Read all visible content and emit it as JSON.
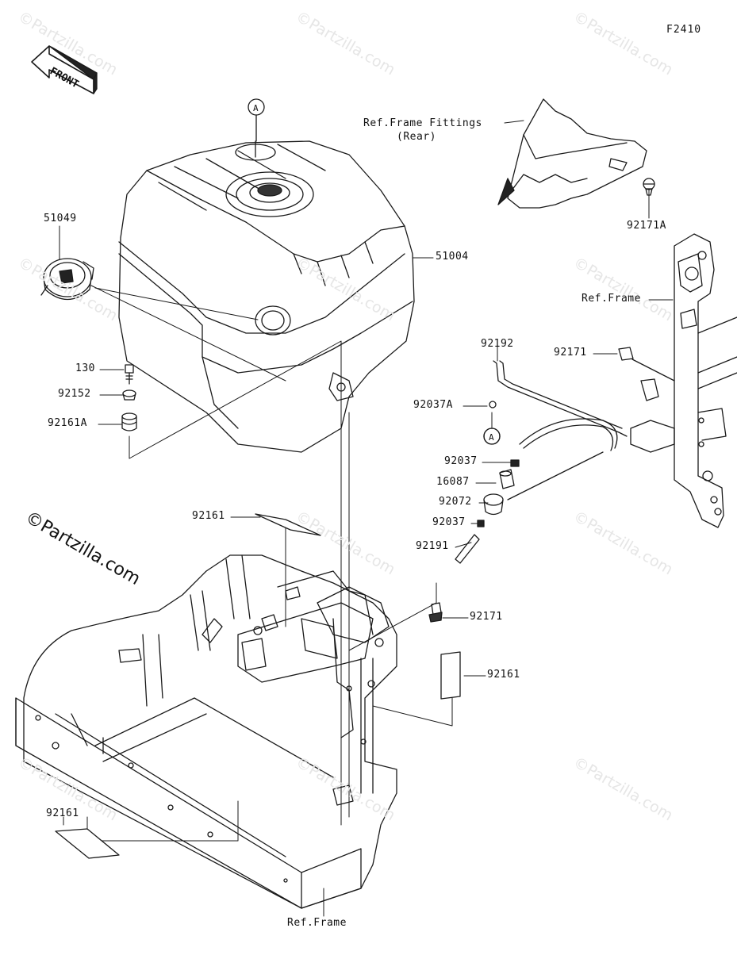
{
  "figure_code": "F2410",
  "front_arrow": "FRONT",
  "copyright": "©Partzilla.com",
  "watermark": "©Partzilla.com",
  "callout_a": "A",
  "labels": {
    "ref_frame_fittings": "Ref.Frame Fittings",
    "ref_frame_fittings_sub": "(Rear)",
    "p92171A": "92171A",
    "p51049": "51049",
    "p51004": "51004",
    "ref_frame_right": "Ref.Frame",
    "p92192": "92192",
    "p92171_top": "92171",
    "p130": "130",
    "p92152": "92152",
    "p92161A": "92161A",
    "p92037A": "92037A",
    "p92037_upper": "92037",
    "p16087": "16087",
    "p92072": "92072",
    "p92037_lower": "92037",
    "p92191": "92191",
    "p92161_mid": "92161",
    "p92171_mid": "92171",
    "p92161_right": "92161",
    "p92161_left": "92161",
    "ref_frame_bottom": "Ref.Frame"
  }
}
